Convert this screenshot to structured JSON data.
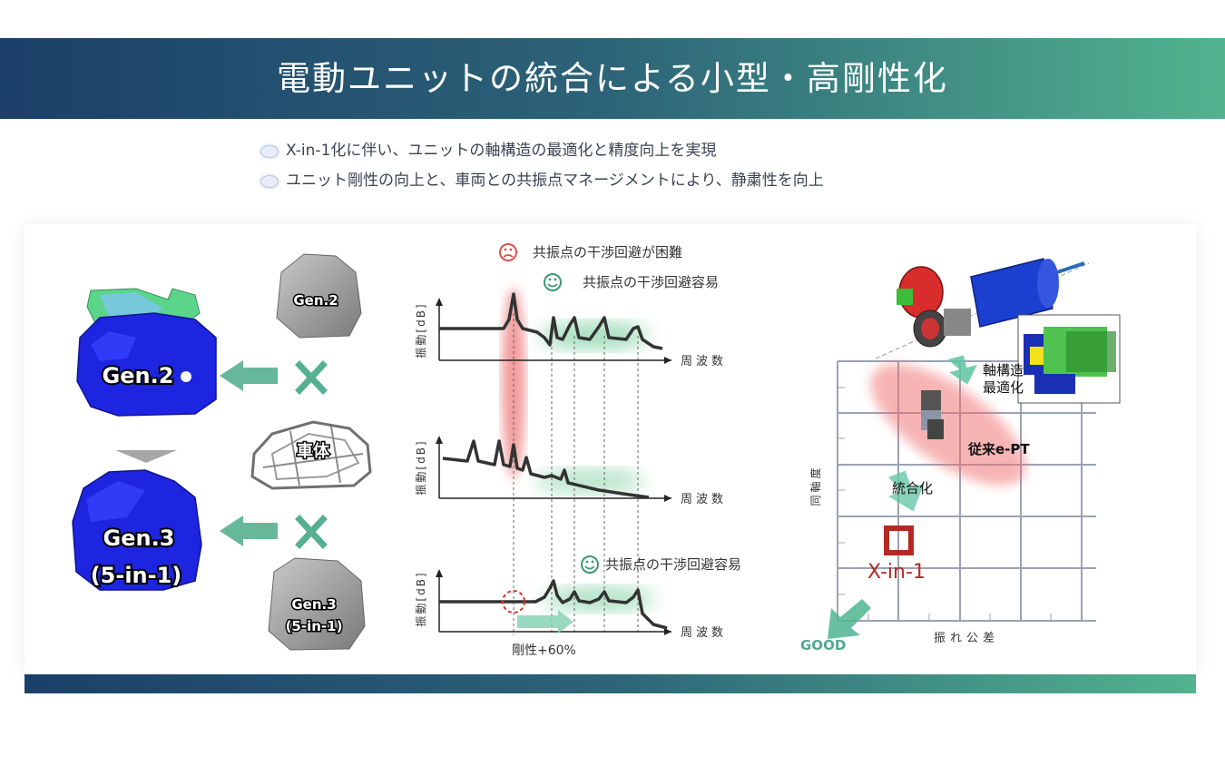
{
  "header": {
    "title": "電動ユニットの統合による小型・高剛性化"
  },
  "bullets": [
    {
      "text": "X-in-1化に伴い、ユニットの軸構造の最適化と精度向上を実現"
    },
    {
      "text": "ユニット剛性の向上と、車両との共振点マネージメントにより、静粛性を向上"
    }
  ],
  "left": {
    "gen2_large": "Gen.2",
    "gen3_large_line1": "Gen.3",
    "gen3_large_line2": "(5-in-1)",
    "gen2_small": "Gen.2",
    "body_label": "車体",
    "gen3_small_line1": "Gen.3",
    "gen3_small_line2": "(5-in-1)"
  },
  "middle": {
    "legend_bad": "共振点の干渉回避が困難",
    "legend_good": "共振点の干渉回避容易",
    "annotation_bottom": "共振点の干渉回避容易",
    "y_label": "振動[dB]",
    "x_label": "周波数",
    "stiffness_label": "剛性+60%"
  },
  "right": {
    "shaft_label_line1": "軸構造",
    "shaft_label_line2": "最適化",
    "conventional_label": "従来e-PT",
    "integration_label": "統合化",
    "xin1_label": "X-in-1",
    "good_label": "GOOD",
    "y_axis_label": "同軸度",
    "x_axis_label": "振れ公差"
  },
  "colors": {
    "banner_start": "#1b3f69",
    "banner_end": "#52b38e",
    "arrow_green": "#55b08f",
    "highlight_red": "#e74c4c",
    "xin1_red": "#b32a24",
    "cross_green": "#55b08f"
  },
  "icons": {
    "sad": "sad-face-icon",
    "smile": "smile-face-icon"
  }
}
